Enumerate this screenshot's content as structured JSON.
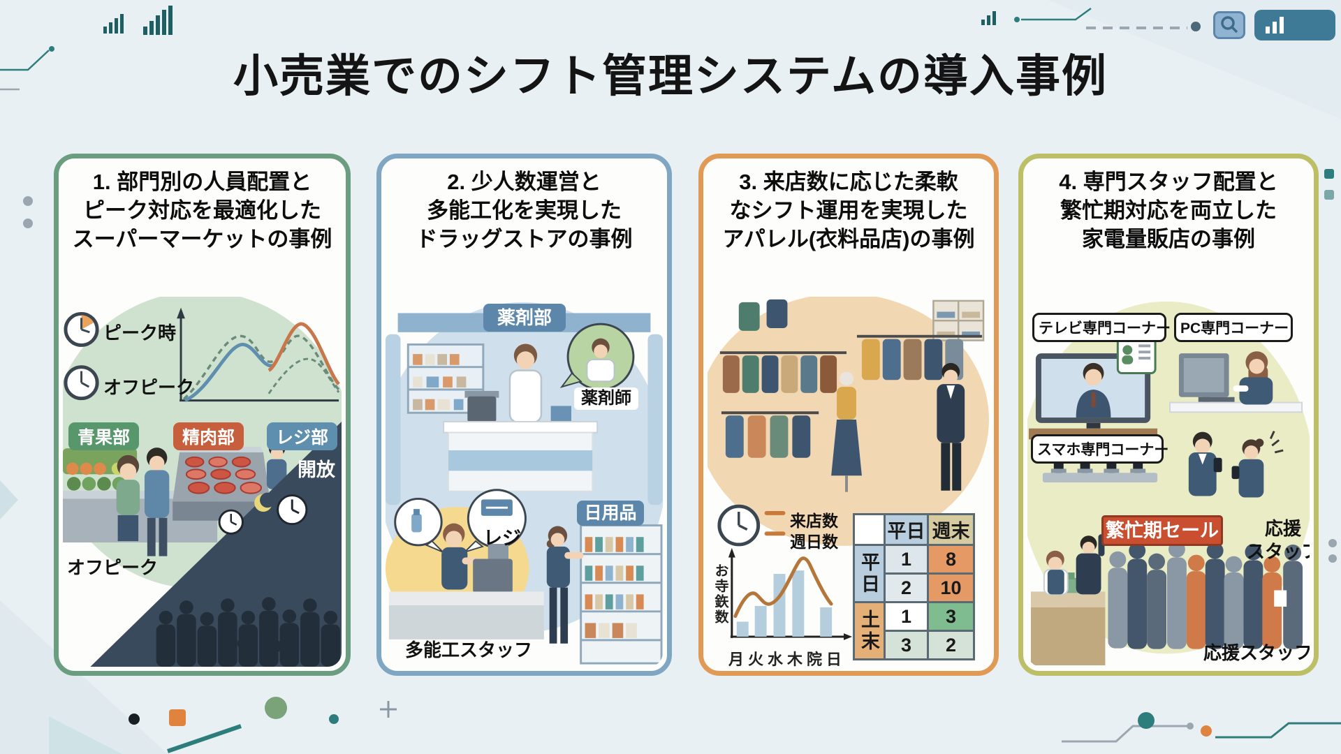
{
  "page": {
    "title": "小売業でのシフト管理システムの導入事例"
  },
  "toolbar": {
    "search_icon": "magnifier-icon",
    "stats_icon": "bar-chart-icon"
  },
  "colors": {
    "page_bg": "#e9f0f4",
    "panel1_border": "#6b9e80",
    "panel2_border": "#7fa6c2",
    "panel3_border": "#e09a56",
    "panel4_border": "#bcbf66",
    "badge_green": "#57976b",
    "badge_red": "#c75f3d",
    "badge_blue": "#5f8fae",
    "dept_banner_blue": "#5d87aa",
    "sale_banner_red": "#c94f30",
    "table_highlight_orange": "#e59a66",
    "table_highlight_green": "#7fbc8f",
    "night_navy": "#3a4a5d"
  },
  "panels": [
    {
      "title_lines": [
        "1. 部門別の人員配置と",
        "ピーク対応を最適化した",
        "スーパーマーケットの事例"
      ],
      "clock_legend": [
        {
          "icon": "clock-peak-icon",
          "label": "ピーク時"
        },
        {
          "icon": "clock-offpeak-icon",
          "label": "オフピーク"
        }
      ],
      "department_badges": [
        {
          "label": "青果部"
        },
        {
          "label": "精肉部"
        },
        {
          "label": "レジ部"
        }
      ],
      "night_label": "開放",
      "offpeak_label": "オフピーク"
    },
    {
      "title_lines": [
        "2. 少人数運営と",
        "多能工化を実現した",
        "ドラッグストアの事例"
      ],
      "dept_banner": "薬剤部",
      "pharmacist_label": "薬剤師",
      "register_bubble": "レジ",
      "daily_goods_badge": "日用品",
      "multi_staff_label": "多能工スタッフ"
    },
    {
      "title_lines": [
        "3. 来店数に応じた柔軟",
        "なシフト運用を実現した",
        "アパレル(衣料品店)の事例"
      ],
      "chart_legend": [
        {
          "label": "来店数"
        },
        {
          "label": "週日数"
        }
      ],
      "chart_ylabel": "お寺鉃数",
      "chart_xlabels": [
        "月",
        "火",
        "水",
        "木",
        "院",
        "日"
      ],
      "table": {
        "col_headers": [
          "平日",
          "週末"
        ],
        "row_groups": [
          "平日",
          "土末"
        ],
        "cells": [
          [
            "1",
            "8"
          ],
          [
            "2",
            "10"
          ],
          [
            "1",
            "3"
          ],
          [
            "3",
            "2"
          ]
        ]
      }
    },
    {
      "title_lines": [
        "4. 専門スタッフ配置と",
        "繁忙期対応を両立した",
        "家電量販店の事例"
      ],
      "corner_badges": [
        {
          "label": "テレビ専門コーナー"
        },
        {
          "label": "PC専門コーナー"
        },
        {
          "label": "スマホ専門コーナー"
        }
      ],
      "sale_banner": "繁忙期セール",
      "support_staff_lines": [
        "応援",
        "スタッフ"
      ],
      "support_staff_label": "応援スタッフ"
    }
  ],
  "chart_data": [
    {
      "type": "line",
      "panel": 1,
      "title": "ピーク時/オフピークの人員カーブ(目盛りなしの概念図)",
      "series": [
        {
          "name": "実線(青)",
          "values": [
            0,
            2,
            4.5,
            3,
            3.5,
            2.8
          ]
        },
        {
          "name": "実線(橙)",
          "values": [
            2.5,
            2,
            6,
            5.5,
            2,
            1.5
          ]
        },
        {
          "name": "破線(オフピーク)",
          "values": [
            0.5,
            3,
            5,
            3.5,
            5,
            1
          ]
        }
      ],
      "axes_labeled": false,
      "legend": [
        "ピーク時",
        "オフピーク"
      ]
    },
    {
      "type": "bar",
      "panel": 3,
      "title": "曜日別来店数(概念図・数値ラベルなし)",
      "categories": [
        "月",
        "火",
        "水",
        "木",
        "院",
        "日"
      ],
      "values": [
        2,
        3.5,
        6.5,
        7,
        null,
        3.2
      ],
      "line_overlay": [
        2,
        4,
        3.5,
        7.5,
        6,
        3
      ],
      "ylabel": "お寺鉃数",
      "legend": [
        "来店数",
        "週日数"
      ],
      "axes_labeled": false
    },
    {
      "type": "table",
      "panel": 3,
      "col_headers": [
        "",
        "平日",
        "週末"
      ],
      "rows": [
        [
          "平日",
          "1",
          "8"
        ],
        [
          "平日",
          "2",
          "10"
        ],
        [
          "土末",
          "1",
          "3"
        ],
        [
          "土末",
          "3",
          "2"
        ]
      ]
    }
  ]
}
